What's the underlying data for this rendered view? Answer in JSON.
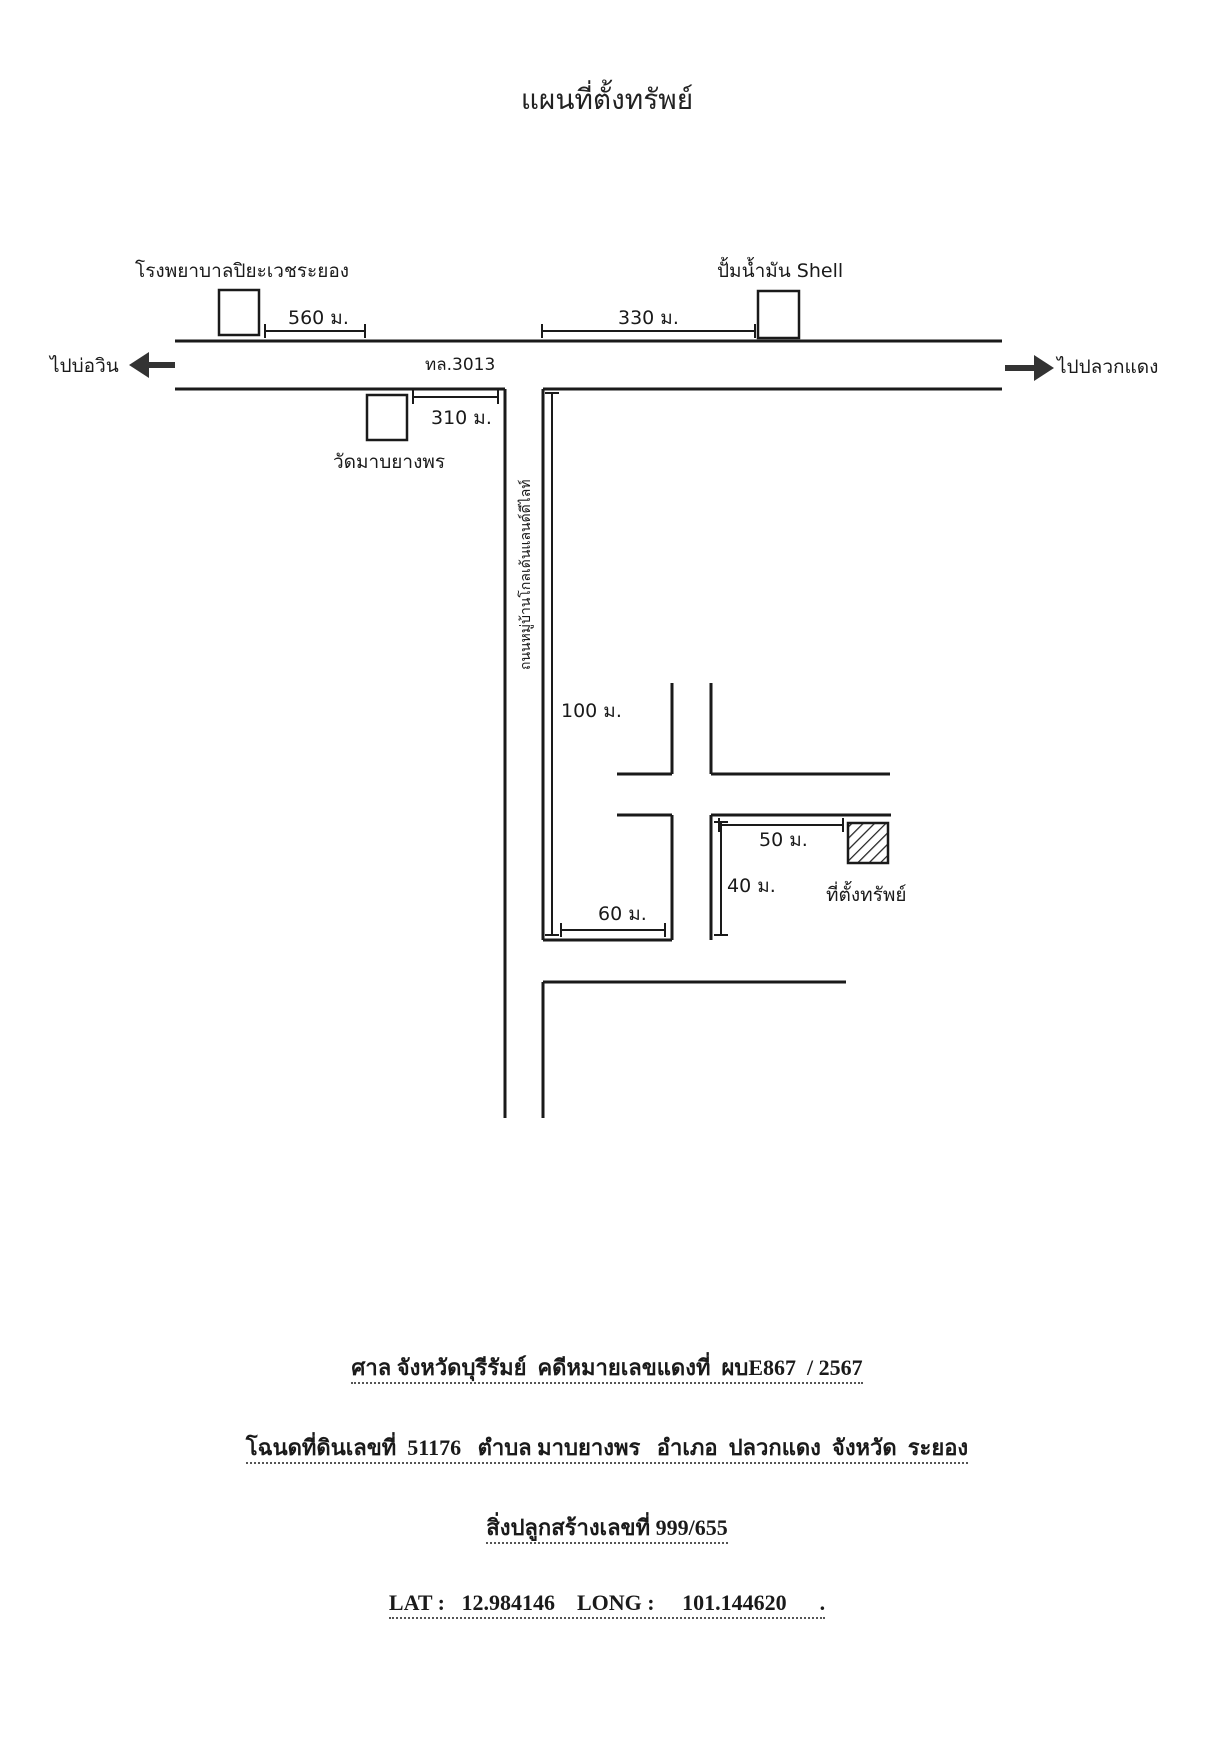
{
  "title": "แผนที่ตั้งทรัพย์",
  "map": {
    "road_main_label": "ทล.3013",
    "road_side_label": "ถนนหมู่บ้านโกลเด้นแลนด์ดีไลท์",
    "direction_west": "ไปบ่อวิน",
    "direction_east": "ไปปลวกแดง",
    "landmarks": {
      "hospital": "โรงพยาบาลปิยะเวชระยอง",
      "gas_station": "ปั้มน้ำมัน Shell",
      "temple": "วัดมาบยางพร",
      "property": "ที่ตั้งทรัพย์"
    },
    "distances": {
      "hospital": "560 ม.",
      "gas_station": "330 ม.",
      "temple": "310 ม.",
      "side_road": "100 ม.",
      "lower_block": "60 ม.",
      "property_horizontal": "50 ม.",
      "property_vertical": "40 ม."
    }
  },
  "info": {
    "line1": "ศาล จังหวัดบุรีรัมย์  คดีหมายเลขแดงที่  ผบE867  / 2567",
    "line2": "โฉนดที่ดินเลขที่  51176   ตำบล มาบยางพร   อำเภอ  ปลวกแดง  จังหวัด  ระยอง",
    "line3": "สิ่งปลูกสร้างเลขที่ 999/655",
    "line4": "LAT :   12.984146    LONG :     101.144620      ."
  }
}
